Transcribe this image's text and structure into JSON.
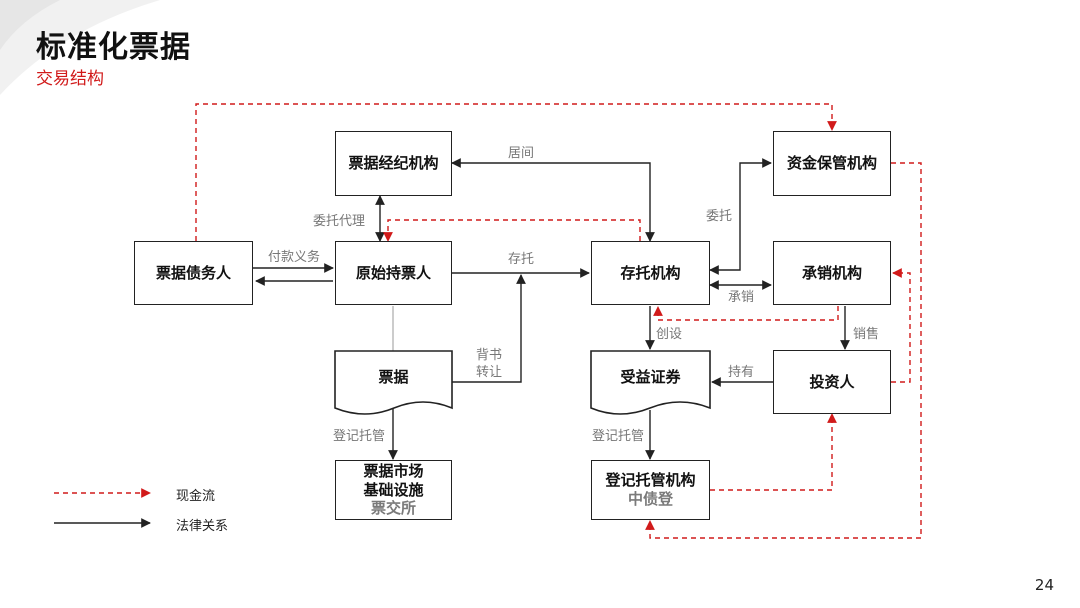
{
  "slide": {
    "title": "标准化票据",
    "subtitle": "交易结构",
    "page_number": "24"
  },
  "nodes": {
    "broker": "票据经纪机构",
    "debtor": "票据债务人",
    "holder": "原始持票人",
    "custodian": "存托机构",
    "fund_custody": "资金保管机构",
    "underwriter": "承销机构",
    "bill": "票据",
    "beneficial_cert": "受益证券",
    "investor": "投资人",
    "infra_line1": "票据市场",
    "infra_line2": "基础设施",
    "infra_line3": "票交所",
    "registry_line1": "登记托管机构",
    "registry_line2": "中债登"
  },
  "edge_labels": {
    "intermediary": "居间",
    "entrust_agent": "委托代理",
    "payment_obligation": "付款义务",
    "deposit": "存托",
    "endorse_1": "背书",
    "endorse_2": "转让",
    "entrust": "委托",
    "underwrite": "承销",
    "create": "创设",
    "sell": "销售",
    "hold": "持有",
    "register_custody_left": "登记托管",
    "register_custody_right": "登记托管"
  },
  "legend": {
    "cash_flow": "现金流",
    "legal_relation": "法律关系"
  },
  "colors": {
    "cash_flow": "#d11a1a",
    "legal_relation": "#222222",
    "accent": "#d11a1a"
  }
}
